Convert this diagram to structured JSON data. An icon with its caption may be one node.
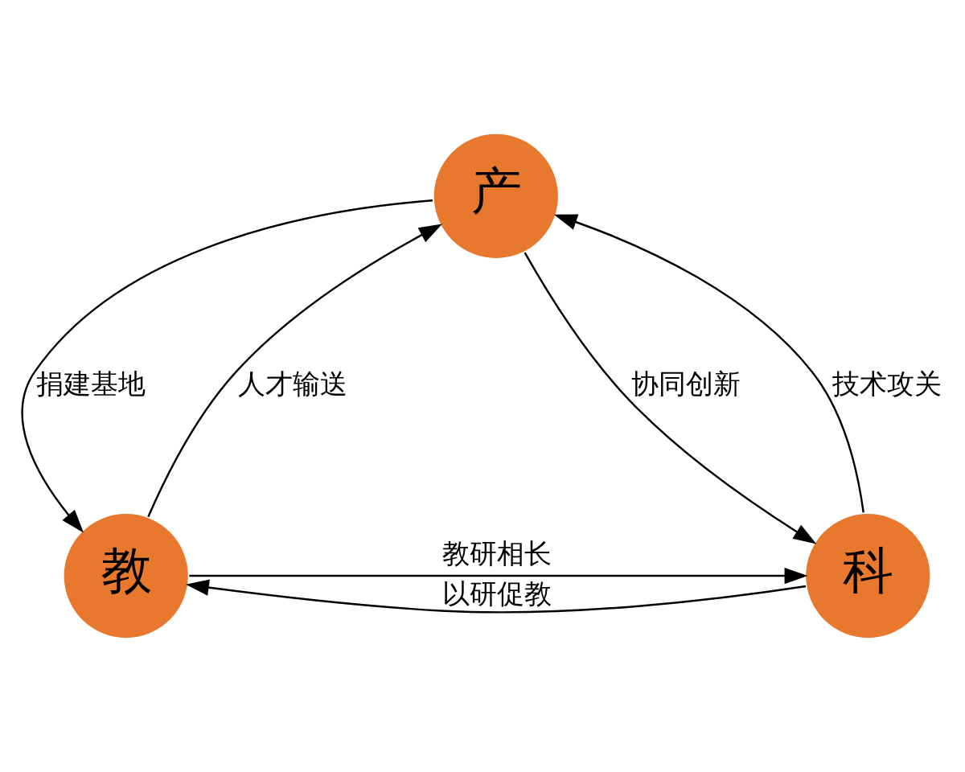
{
  "diagram": {
    "nodes": [
      {
        "text": [
          "产"
        ]
      },
      {
        "text": [
          "教"
        ]
      },
      {
        "text": [
          "科"
        ]
      }
    ],
    "edges": [
      {
        "from": 1,
        "to": 0,
        "arrow": "to",
        "label": "人才输送"
      },
      {
        "from": 0,
        "to": 1,
        "arrow": "to",
        "label": "捐建基地"
      },
      {
        "from": 2,
        "to": 0,
        "arrow": "to",
        "label": "技术攻关"
      },
      {
        "from": 0,
        "to": 2,
        "arrow": "to",
        "label": "协同创新"
      },
      {
        "from": 1,
        "to": 2,
        "arrow": "to",
        "label": "教研相长"
      },
      {
        "from": 2,
        "to": 1,
        "arrow": "to",
        "label": "以研促教"
      }
    ]
  }
}
